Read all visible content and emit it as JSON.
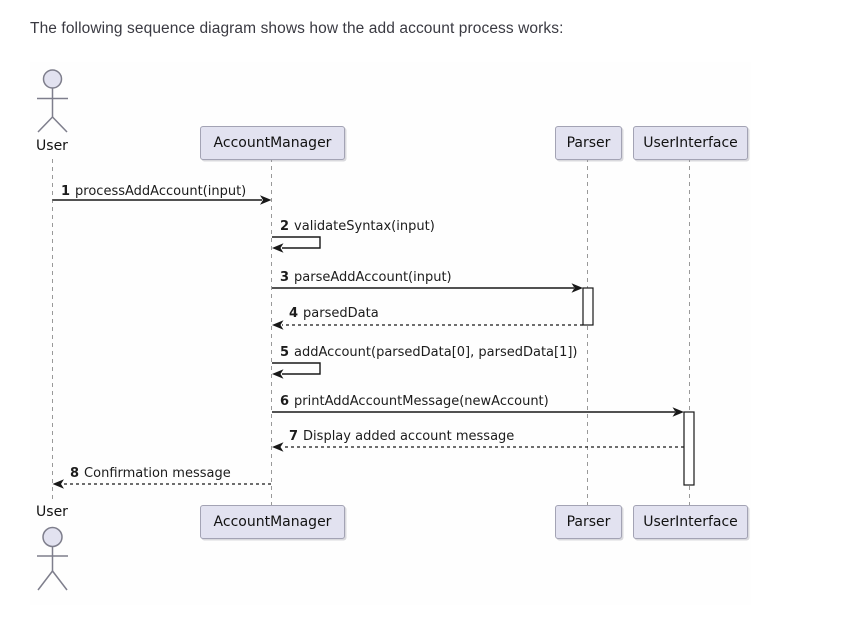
{
  "title": "The following sequence diagram shows how the add account process works:",
  "diagram": {
    "type": "sequence-diagram",
    "actor": {
      "name": "User"
    },
    "participants": [
      {
        "label": "AccountManager"
      },
      {
        "label": "Parser"
      },
      {
        "label": "UserInterface"
      }
    ],
    "messages": [
      {
        "num": "1",
        "text": "processAddAccount(input)",
        "from": "User",
        "to": "AccountManager",
        "line": "solid"
      },
      {
        "num": "2",
        "text": "validateSyntax(input)",
        "from": "AccountManager",
        "to": "AccountManager",
        "line": "self"
      },
      {
        "num": "3",
        "text": "parseAddAccount(input)",
        "from": "AccountManager",
        "to": "Parser",
        "line": "solid"
      },
      {
        "num": "4",
        "text": "parsedData",
        "from": "Parser",
        "to": "AccountManager",
        "line": "dashed"
      },
      {
        "num": "5",
        "text": "addAccount(parsedData[0], parsedData[1])",
        "from": "AccountManager",
        "to": "AccountManager",
        "line": "self"
      },
      {
        "num": "6",
        "text": "printAddAccountMessage(newAccount)",
        "from": "AccountManager",
        "to": "UserInterface",
        "line": "solid"
      },
      {
        "num": "7",
        "text": "Display added account message",
        "from": "UserInterface",
        "to": "AccountManager",
        "line": "dashed"
      },
      {
        "num": "8",
        "text": "Confirmation message",
        "from": "AccountManager",
        "to": "User",
        "line": "dashed"
      }
    ],
    "colors": {
      "participant_fill": "#E2E2F0",
      "participant_border": "#A3A3B4",
      "lifeline": "#999999",
      "arrow": "#181818",
      "label_text": "#1C1C1C"
    }
  }
}
